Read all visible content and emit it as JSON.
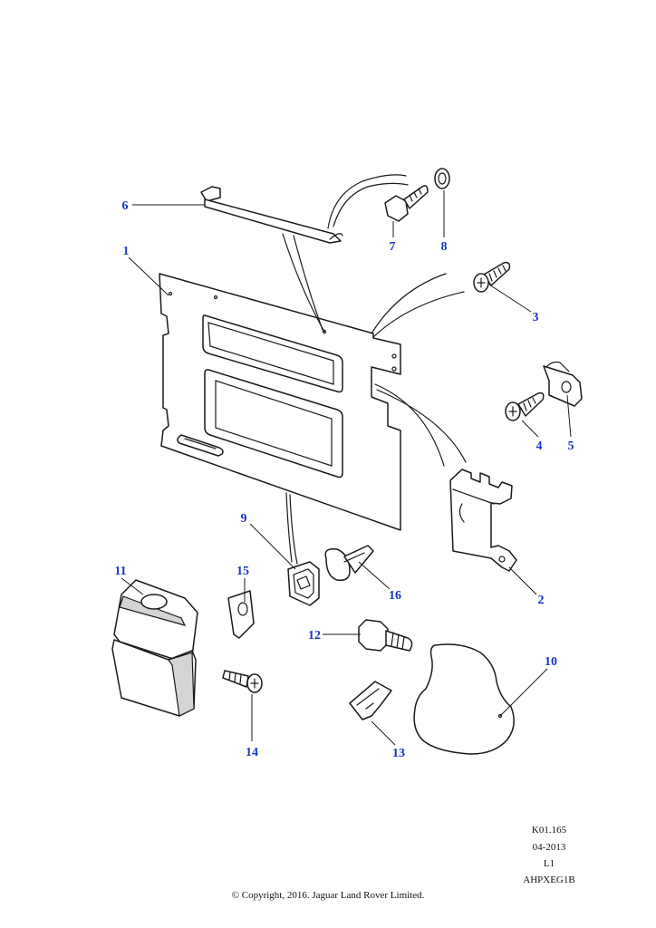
{
  "diagram": {
    "callouts": {
      "c1": "1",
      "c2": "2",
      "c3": "3",
      "c4": "4",
      "c5": "5",
      "c6": "6",
      "c7": "7",
      "c8": "8",
      "c9": "9",
      "c10": "10",
      "c11": "11",
      "c12": "12",
      "c13": "13",
      "c14": "14",
      "c15": "15",
      "c16": "16"
    }
  },
  "footer": {
    "ref_code": "K01.165",
    "date": "04-2013",
    "level": "L1",
    "part_code": "AHPXEG1B",
    "copyright": "© Copyright, 2016. Jaguar Land Rover Limited."
  },
  "colors": {
    "callout": "#1a35c9",
    "line": "#1a1a1a",
    "shade": "#d4d4d4"
  }
}
